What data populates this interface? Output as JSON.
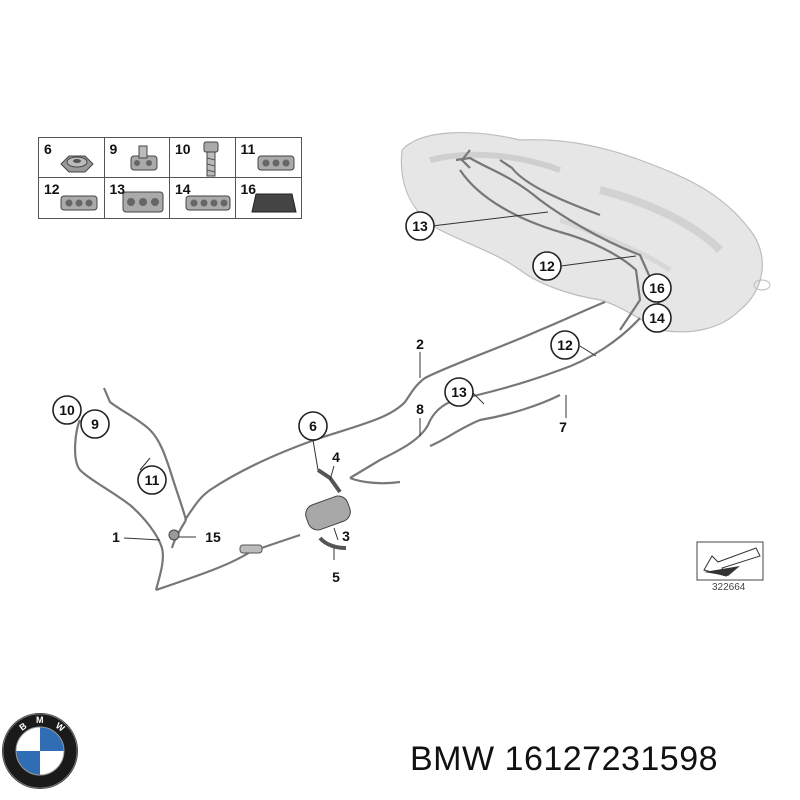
{
  "parts_table": [
    {
      "num": "6",
      "icon": "nut-icon"
    },
    {
      "num": "9",
      "icon": "clip-icon"
    },
    {
      "num": "10",
      "icon": "bolt-icon"
    },
    {
      "num": "11",
      "icon": "clip-icon"
    },
    {
      "num": "12",
      "icon": "clip-icon"
    },
    {
      "num": "13",
      "icon": "clip-icon"
    },
    {
      "num": "14",
      "icon": "clip-icon"
    },
    {
      "num": "16",
      "icon": "pad-icon"
    }
  ],
  "callouts": {
    "c13_top": "13",
    "c12_top": "12",
    "c16": "16",
    "c14": "14",
    "c12_mid": "12",
    "c13_mid": "13",
    "c10": "10",
    "c9": "9",
    "c11": "11",
    "c6": "6"
  },
  "labels": {
    "l2": "2",
    "l8": "8",
    "l7": "7",
    "l4": "4",
    "l3": "3",
    "l5": "5",
    "l1": "1",
    "l15": "15"
  },
  "diagram_id": "322664",
  "brand_line": "BMW 16127231598",
  "colors": {
    "line": "#777777",
    "ink": "#222222",
    "tank": "#e6e6e6",
    "logo_blue": "#2f6db5",
    "logo_ring": "#1a1a1a"
  }
}
